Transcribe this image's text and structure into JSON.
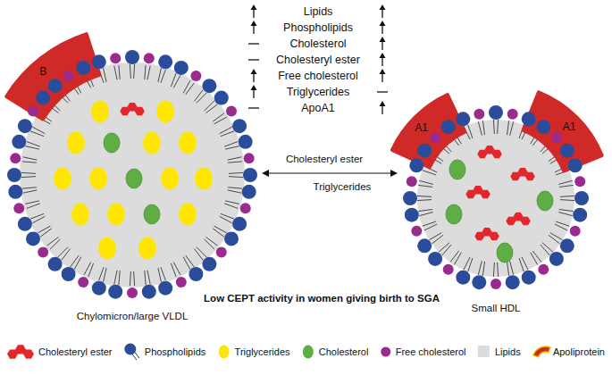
{
  "diagram": {
    "nodes": [
      {
        "text": [
          "Chylomicron/large VLDL"
        ]
      },
      {
        "text": [
          "B"
        ],
        "in": 0
      },
      {
        "text": [
          "Small HDL"
        ]
      },
      {
        "text": [
          "A1"
        ],
        "in": 2
      },
      {
        "text": [
          "A1"
        ],
        "in": 2
      }
    ],
    "edges": [
      {
        "from": 0,
        "to": 2,
        "arrow": "both",
        "label": "Cholesteryl ester"
      }
    ],
    "labels": [
      "Lipids",
      "Phospholipids",
      "Cholesterol",
      "Cholesteryl ester",
      "Free cholesterol",
      "Triglycerides",
      "ApoA1",
      "Triglycerides",
      "Low CEPT activity in women giving birth to SGA"
    ],
    "legend": [
      {
        "text": "Cholesteryl ester",
        "color": "#e2262b"
      },
      {
        "text": "Phospholipids"
      },
      {
        "text": "Triglycerides",
        "color": "#ffe600"
      },
      {
        "text": "Cholesterol",
        "color": "#5fae45"
      },
      {
        "text": "Free cholesterol",
        "color": "#9b2a8e"
      },
      {
        "text": "Lipids",
        "color": "#dcdcdc"
      },
      {
        "text": "Apoliprotein"
      }
    ]
  }
}
